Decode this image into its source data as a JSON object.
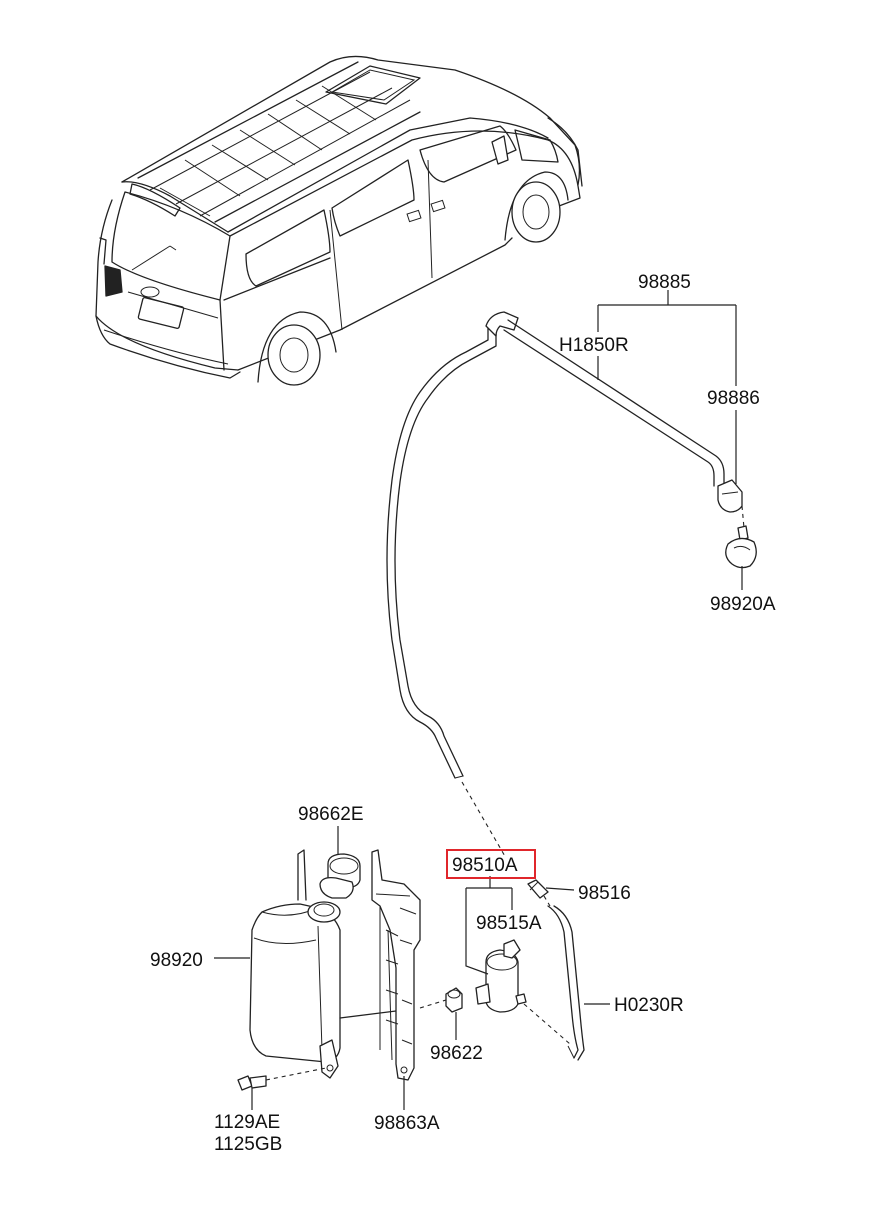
{
  "diagram": {
    "highlight_color": "#e0262b",
    "labels": {
      "p98885": "98885",
      "h1850r": "H1850R",
      "p98886": "98886",
      "p98920a": "98920A",
      "p98662e": "98662E",
      "p98510a": "98510A",
      "p98516": "98516",
      "p98515a": "98515A",
      "p98920": "98920",
      "h0230r": "H0230R",
      "p98622": "98622",
      "p1129ae": "1129AE",
      "p1125gb": "1125GB",
      "p98863a": "98863A"
    }
  }
}
